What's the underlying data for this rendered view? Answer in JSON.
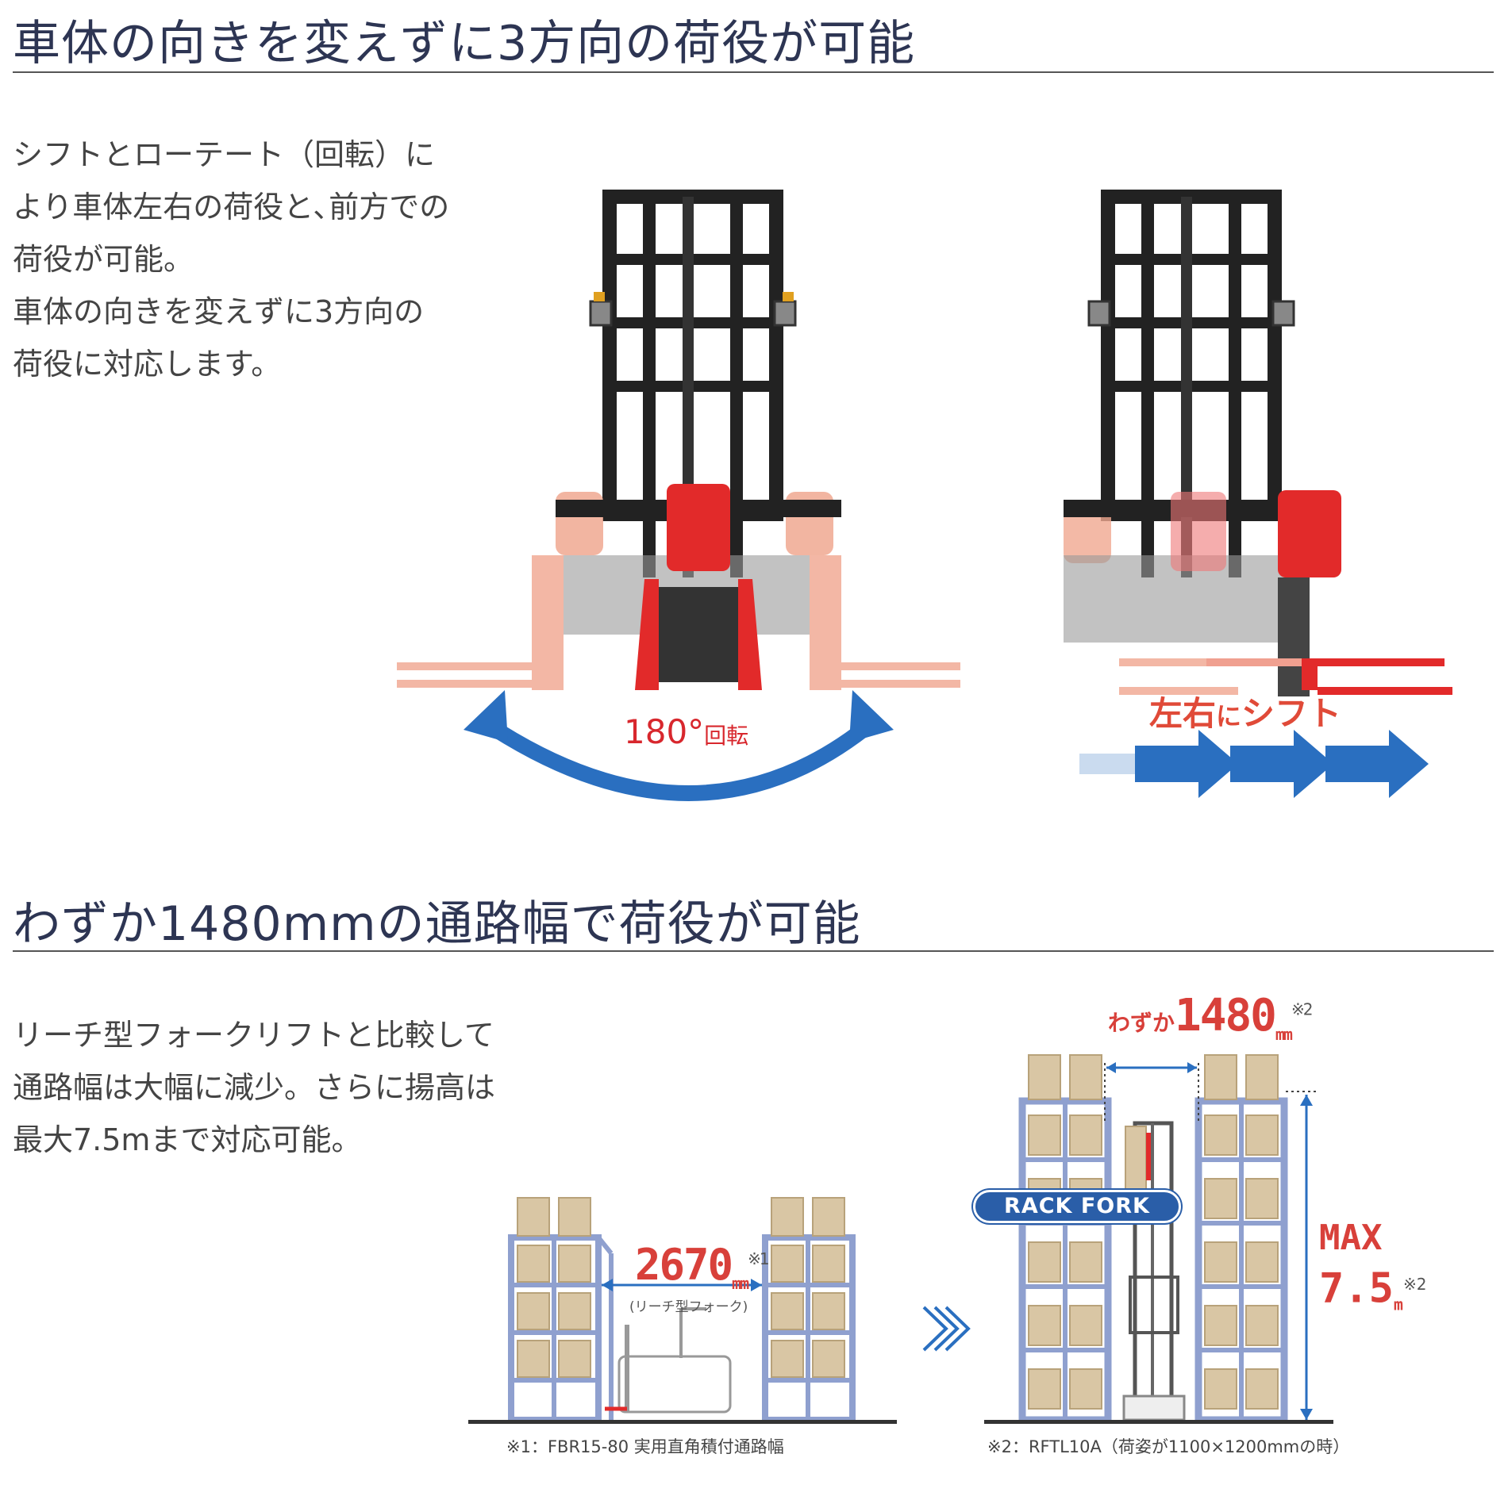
{
  "section1": {
    "heading": "車体の向きを変えずに3方向の荷役が可能",
    "body_lines": [
      "シフトとローテート（回転）に",
      "より車体左右の荷役と､前方での",
      "荷役が可能。",
      "車体の向きを変えずに3方向の",
      "荷役に対応します。"
    ],
    "rotate_value": "180°",
    "rotate_word": "回転",
    "shift_a": "左右",
    "shift_b": "に",
    "shift_c": "シフト"
  },
  "section2": {
    "heading": "わずか1480mmの通路幅で荷役が可能",
    "body_lines": [
      "リーチ型フォークリフトと比較して",
      "通路幅は大幅に減少。さらに揚高は",
      "最大7.5mまで対応可能。"
    ],
    "reach_width": "2670",
    "reach_width_unit": "mm",
    "reach_width_mark": "※1",
    "reach_note": "(リーチ型フォーク)",
    "rack_prefix": "わずか",
    "rack_width": "1480",
    "rack_width_unit": "mm",
    "rack_width_mark": "※2",
    "max_label": "MAX",
    "max_value": "7.5",
    "max_unit": "m",
    "max_mark": "※2",
    "badge": "RACK FORK",
    "footnote1": "※1：FBR15-80 実用直角積付通路幅",
    "footnote2": "※2：RFTL10A（荷姿が1100×1200mmの時）"
  },
  "colors": {
    "heading": "#2d3553",
    "accent_red": "#d8272d",
    "accent_blue": "#2a6fc0",
    "rack_frame": "#8fa0cf",
    "box": "#d9c6a4"
  }
}
